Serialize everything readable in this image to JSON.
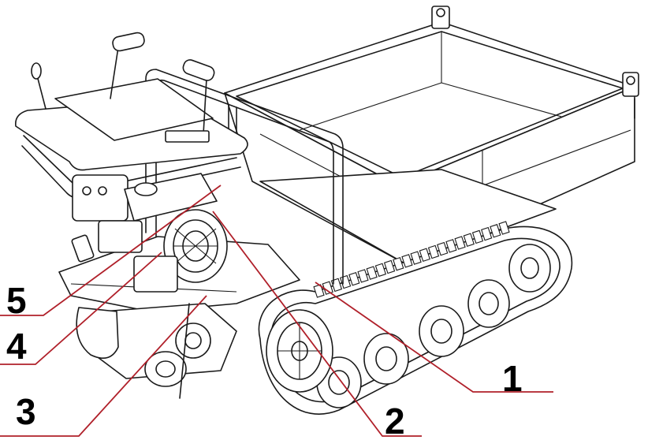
{
  "callouts": [
    {
      "id": "1",
      "label": "1"
    },
    {
      "id": "2",
      "label": "2"
    },
    {
      "id": "3",
      "label": "3"
    },
    {
      "id": "4",
      "label": "4"
    },
    {
      "id": "5",
      "label": "5"
    }
  ],
  "colors": {
    "line": "#1a1a1a",
    "leader": "#b0202a",
    "background": "#ffffff"
  }
}
